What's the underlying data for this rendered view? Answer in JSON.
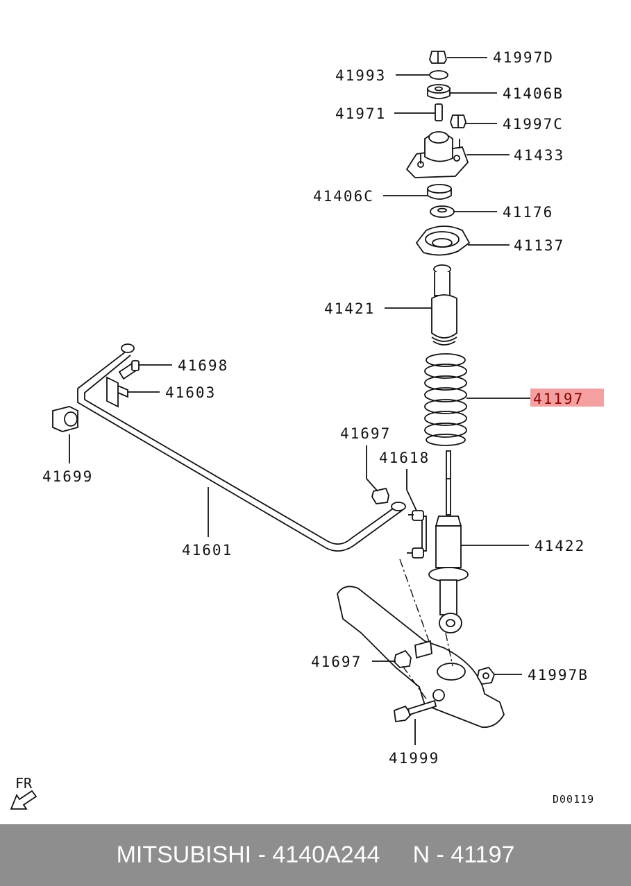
{
  "parts": {
    "p41997d": "41997D",
    "p41993": "41993",
    "p41406b": "41406B",
    "p41971": "41971",
    "p41997c": "41997C",
    "p41433": "41433",
    "p41406c": "41406C",
    "p41176": "41176",
    "p41137": "41137",
    "p41421": "41421",
    "p41197": "41197",
    "p41698": "41698",
    "p41603": "41603",
    "p41699": "41699",
    "p41697_top": "41697",
    "p41618": "41618",
    "p41601": "41601",
    "p41422": "41422",
    "p41697_bottom": "41697",
    "p41997b": "41997B",
    "p41999": "41999"
  },
  "direction_label": "FR",
  "drawing_code": "D00119",
  "highlight_color": "#f4a0a0",
  "footer": {
    "text": "MITSUBISHI - 4140A244     N - 41197",
    "background": "#8e8e8e"
  }
}
